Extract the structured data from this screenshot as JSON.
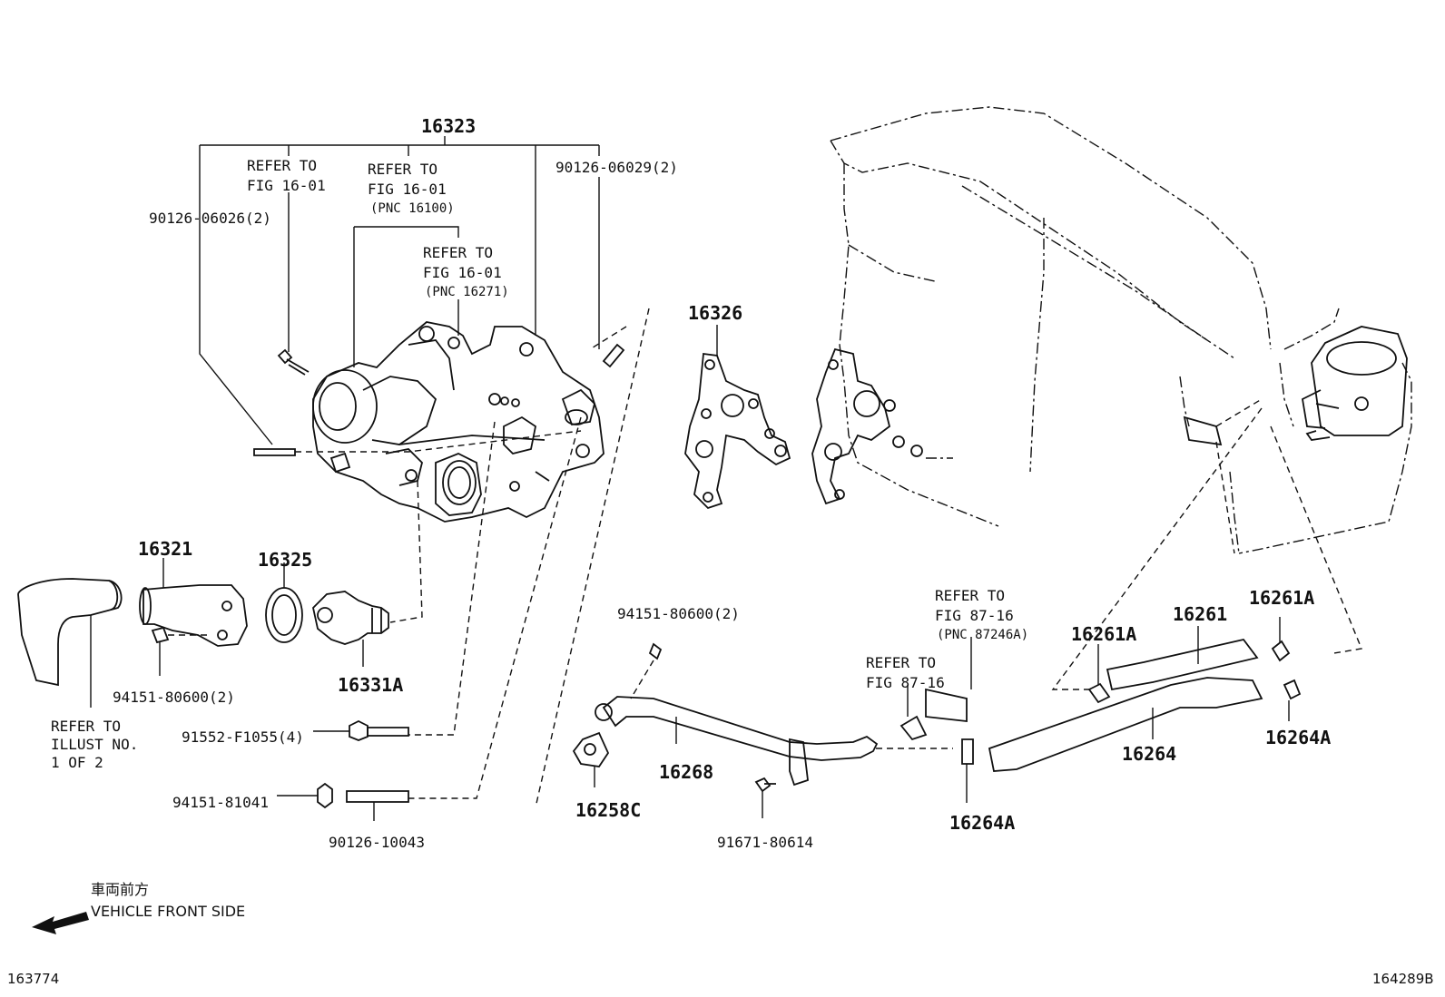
{
  "labels": {
    "p16323": "16323",
    "refer_fig1601_a": [
      "REFER TO",
      "FIG 16-01"
    ],
    "refer_fig1601_b": [
      "REFER TO",
      "FIG 16-01",
      "(PNC 16100)"
    ],
    "refer_fig1601_c": [
      "REFER TO",
      "FIG 16-01",
      "(PNC 16271)"
    ],
    "p90126_06029": "90126-06029(2)",
    "p90126_06026": "90126-06026(2)",
    "p16326": "16326",
    "p16321": "16321",
    "p16325": "16325",
    "p16331A": "16331A",
    "p94151_80600_left": "94151-80600(2)",
    "refer_illust": [
      "REFER TO",
      "ILLUST NO.",
      "1 OF 2"
    ],
    "p91552_F1055": "91552-F1055(4)",
    "p94151_81041": "94151-81041",
    "p90126_10043": "90126-10043",
    "p94151_80600_mid": "94151-80600(2)",
    "p16268": "16268",
    "p16258C": "16258C",
    "p91671_80614": "91671-80614",
    "refer_fig8716_a": [
      "REFER TO",
      "FIG 87-16",
      "(PNC 87246A)"
    ],
    "refer_fig8716_b": [
      "REFER TO",
      "FIG 87-16"
    ],
    "p16264A_mid": "16264A",
    "p16261A_left": "16261A",
    "p16261": "16261",
    "p16261A_right": "16261A",
    "p16264": "16264",
    "p16264A_right": "16264A",
    "front_jp": "車両前方",
    "front_en": "VEHICLE FRONT SIDE",
    "id_left": "163774",
    "id_right": "164289B"
  }
}
